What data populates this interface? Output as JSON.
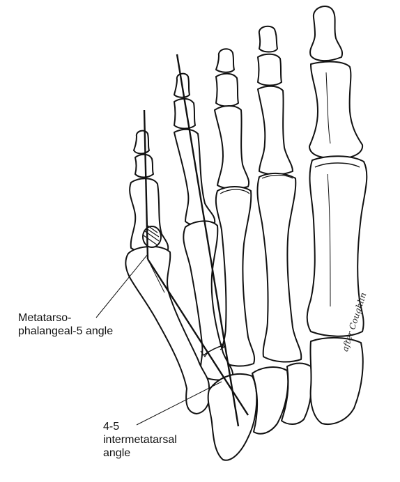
{
  "labels": {
    "mtp_line1": "Metatarso-",
    "mtp_line2": "phalangeal-5 angle",
    "im_line1": "4-5",
    "im_line2": "intermetatarsal",
    "im_line3": "angle"
  },
  "signature": "after Coughlin",
  "colors": {
    "ink": "#111111",
    "paper": "#ffffff"
  }
}
